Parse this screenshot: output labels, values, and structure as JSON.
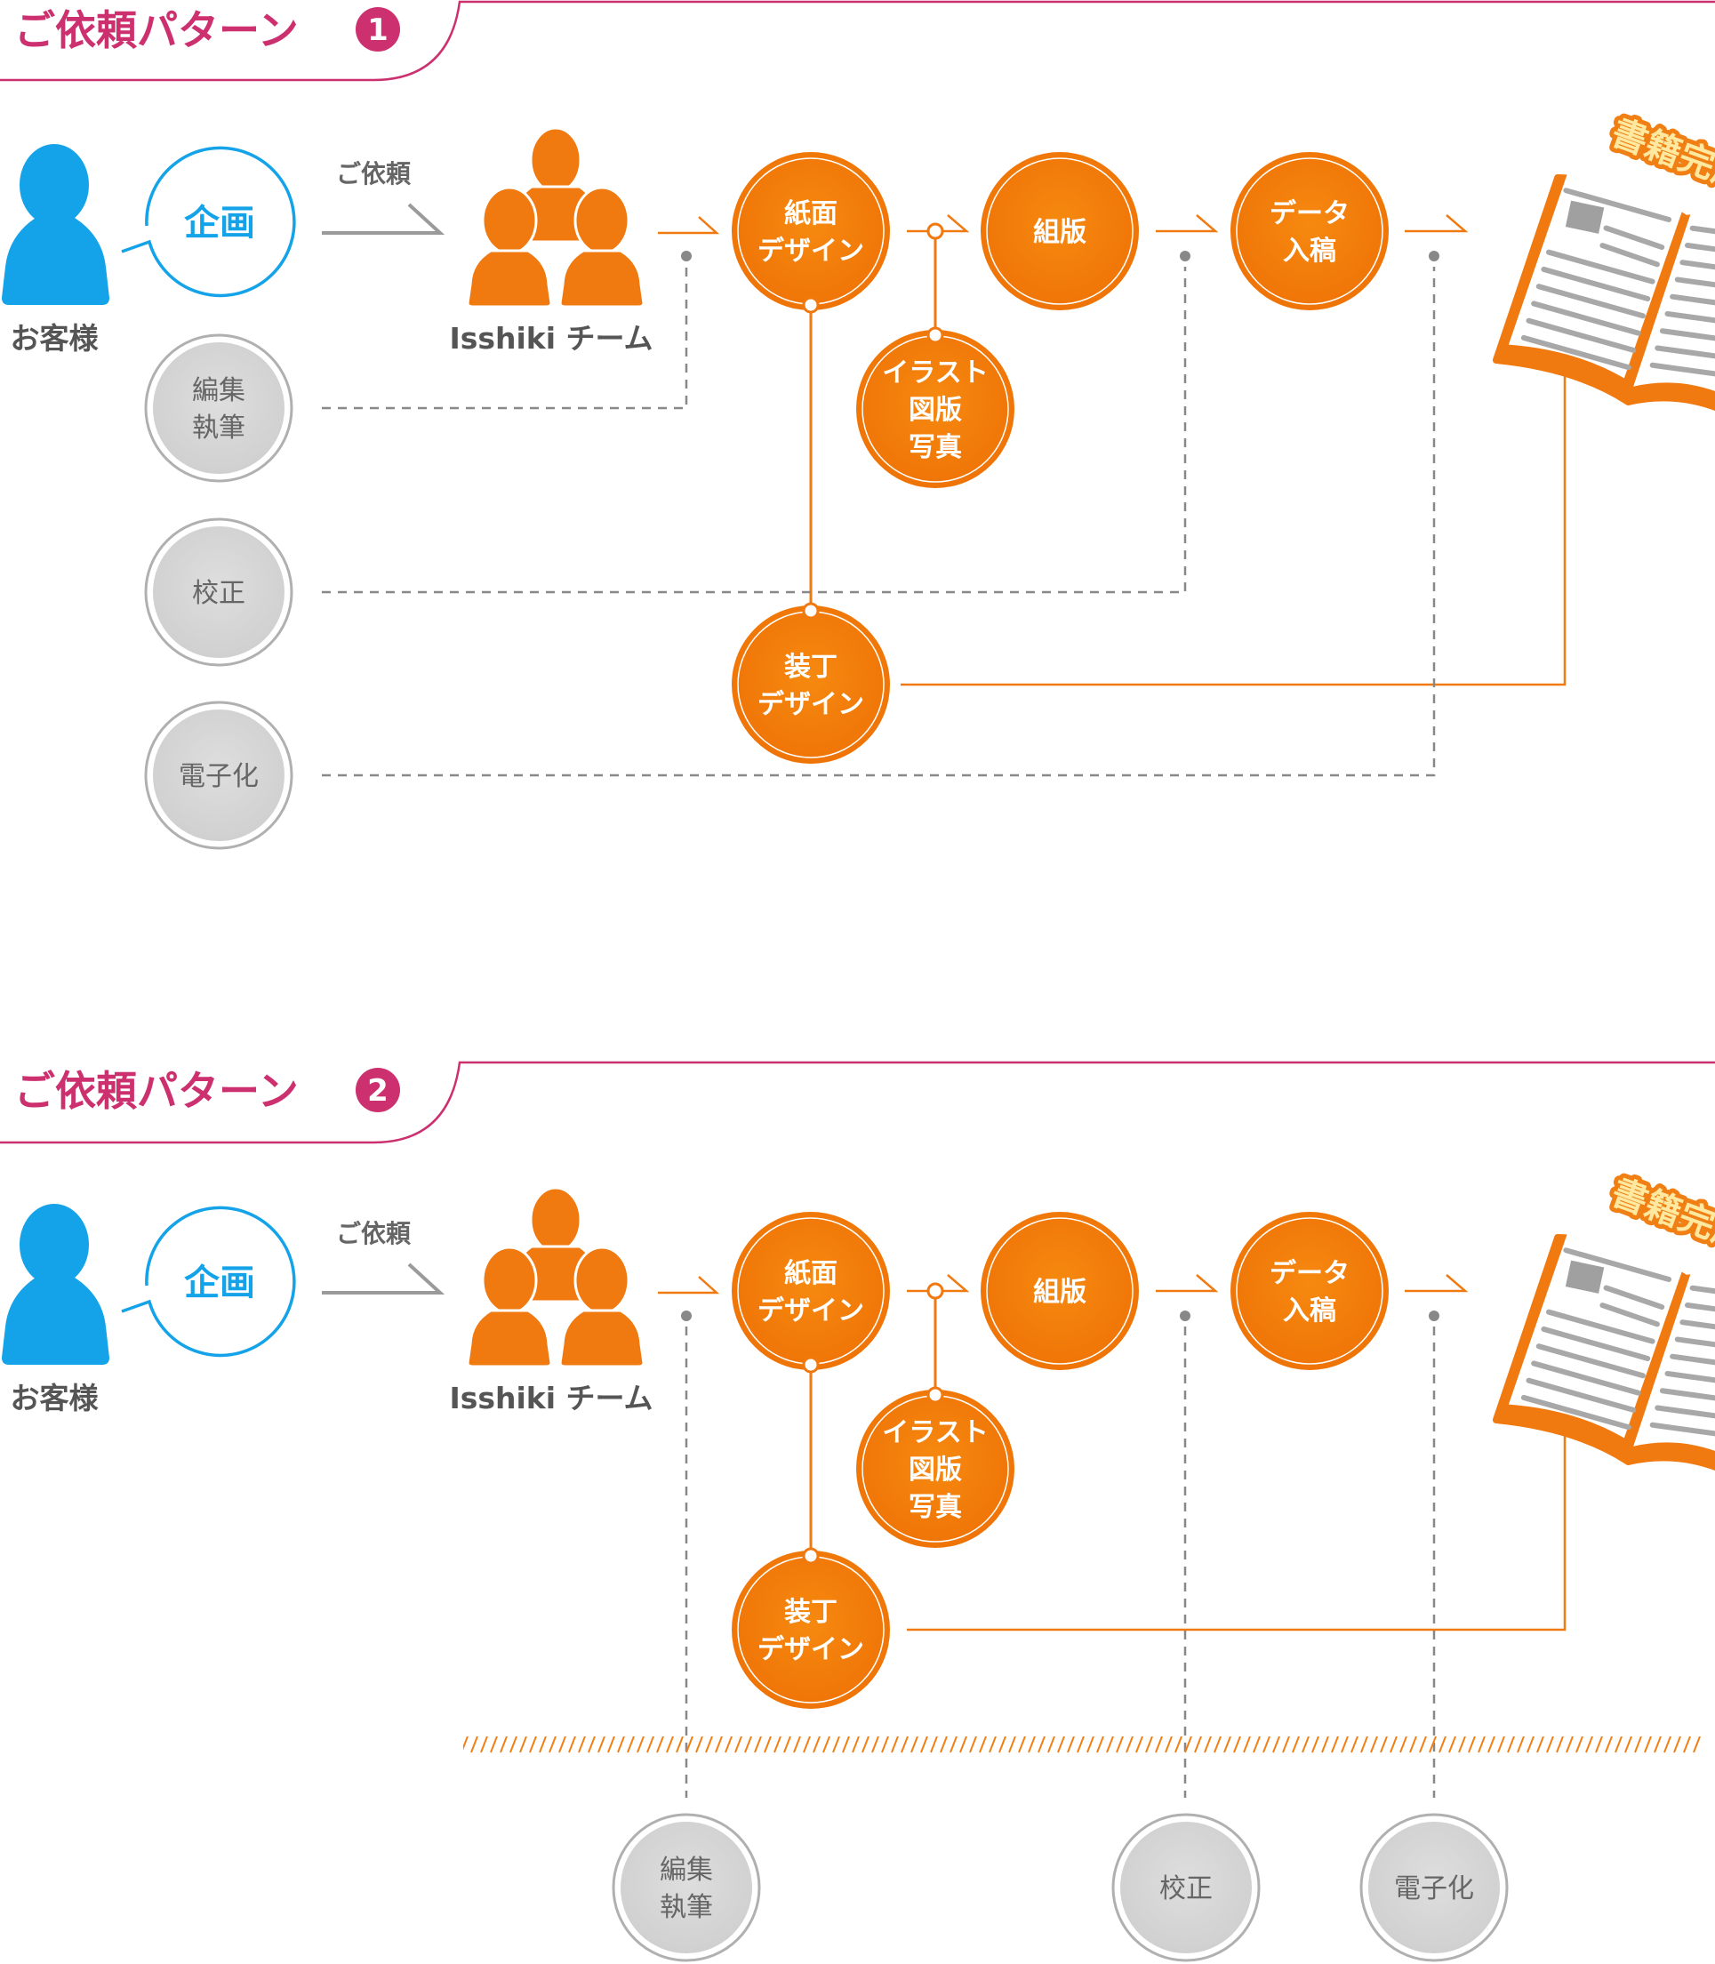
{
  "patterns": [
    {
      "title": "ご依頼パターン",
      "number": "1",
      "customer_label": "お客様",
      "planning_label": "企画",
      "request_label": "ご依頼",
      "team_label": "Isshiki チーム",
      "flow_nodes": [
        {
          "id": "layout-design",
          "lines": [
            "紙面",
            "デザイン"
          ]
        },
        {
          "id": "illustration",
          "lines": [
            "イラスト",
            "図版",
            "写真"
          ]
        },
        {
          "id": "typesetting",
          "lines": [
            "組版"
          ]
        },
        {
          "id": "data-submission",
          "lines": [
            "データ",
            "入稿"
          ]
        },
        {
          "id": "cover-design",
          "lines": [
            "装丁",
            "デザイン"
          ]
        }
      ],
      "client_tasks": [
        {
          "id": "editing",
          "lines": [
            "編集",
            "執筆"
          ]
        },
        {
          "id": "proofreading",
          "lines": [
            "校正"
          ]
        },
        {
          "id": "digitization",
          "lines": [
            "電子化"
          ]
        }
      ],
      "completion_label": "書籍完成!"
    },
    {
      "title": "ご依頼パターン",
      "number": "2",
      "customer_label": "お客様",
      "planning_label": "企画",
      "request_label": "ご依頼",
      "team_label": "Isshiki チーム",
      "flow_nodes": [
        {
          "id": "layout-design",
          "lines": [
            "紙面",
            "デザイン"
          ]
        },
        {
          "id": "illustration",
          "lines": [
            "イラスト",
            "図版",
            "写真"
          ]
        },
        {
          "id": "typesetting",
          "lines": [
            "組版"
          ]
        },
        {
          "id": "data-submission",
          "lines": [
            "データ",
            "入稿"
          ]
        },
        {
          "id": "cover-design",
          "lines": [
            "装丁",
            "デザイン"
          ]
        }
      ],
      "client_tasks": [
        {
          "id": "editing",
          "lines": [
            "編集",
            "執筆"
          ]
        },
        {
          "id": "proofreading",
          "lines": [
            "校正"
          ]
        },
        {
          "id": "digitization",
          "lines": [
            "電子化"
          ]
        }
      ],
      "completion_label": "書籍完成!"
    }
  ],
  "colors": {
    "accent_pink": "#cc306f",
    "team_orange": "#f07a10",
    "customer_blue": "#14a3e8",
    "task_gray": "#d4d4d4",
    "line_gray": "#888888"
  }
}
